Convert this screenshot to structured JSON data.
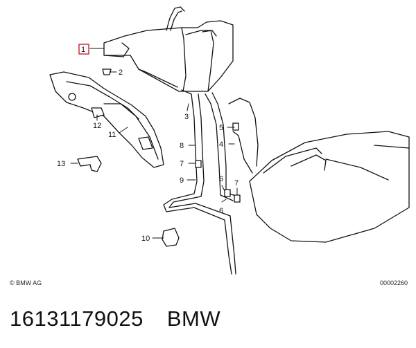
{
  "diagram": {
    "callouts": [
      "1",
      "2",
      "3",
      "4",
      "5",
      "6",
      "6",
      "7",
      "7",
      "8",
      "9",
      "10",
      "11",
      "12",
      "13"
    ],
    "copyright": "© BMW AG",
    "doc_number": "00002260"
  },
  "footer": {
    "part_number": "16131179025",
    "brand": "BMW"
  },
  "colors": {
    "line": "#111111",
    "highlight_box": "#cc1f2d",
    "background": "#ffffff"
  }
}
